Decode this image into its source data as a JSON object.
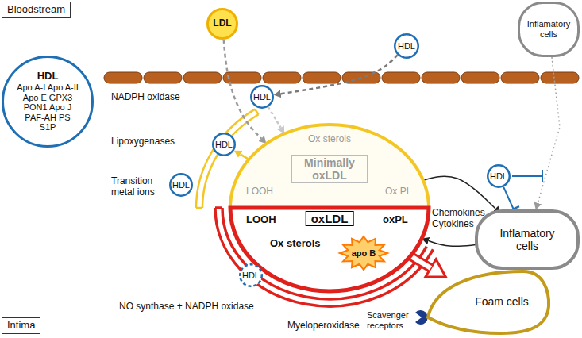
{
  "diagram": {
    "nodes": [
      {
        "text": [
          "Bloodstream"
        ]
      },
      {
        "text": [
          "LDL"
        ]
      },
      {
        "text": [
          "HDL"
        ]
      },
      {
        "text": [
          "Inflamatory cells"
        ]
      },
      {
        "text": [
          "HDL",
          "Apo A-I Apo A-II Apo E GPX3 PON1 Apo J PAF-AH PS S1P"
        ]
      },
      {
        "text": [
          "HDL"
        ]
      },
      {
        "text": [
          "HDL"
        ]
      },
      {
        "text": [
          "HDL"
        ]
      },
      {
        "text": [
          "Ox sterols",
          "LOOH",
          "Minimally oxLDL",
          "Ox PL"
        ]
      },
      {
        "text": [
          "LOOH",
          "oxLDL",
          "oxPL",
          "Ox sterols"
        ]
      },
      {
        "text": [
          "apo B"
        ],
        "in": 9
      },
      {
        "text": [
          "HDL"
        ],
        "in": 9
      },
      {
        "text": [
          "HDL"
        ]
      },
      {
        "text": [
          "Inflamatory cells"
        ]
      },
      {
        "text": [
          "Foam cells"
        ]
      },
      {
        "text": [
          "Intima"
        ]
      }
    ],
    "edges": [
      {
        "from": 1,
        "to": 8,
        "arrow": "to"
      },
      {
        "from": 2,
        "to": 5,
        "arrow": "to"
      },
      {
        "from": 5,
        "to": 8,
        "arrow": "to"
      },
      {
        "from": 8,
        "to": 6,
        "arrow": "to"
      },
      {
        "from": 8,
        "to": 13,
        "arrow": "to"
      },
      {
        "from": 13,
        "to": 9,
        "arrow": "to"
      },
      {
        "from": 3,
        "to": 13,
        "arrow": "to"
      },
      {
        "from": 12,
        "to": 13,
        "arrow": "to"
      },
      {
        "from": 9,
        "to": 14,
        "arrow": "to"
      }
    ],
    "labels": [
      "NADPH oxidase",
      "Lipoxygenases",
      "Transition metal ions",
      "Chemokines Cytokines",
      "NO synthase + NADPH oxidase",
      "Myeloperoxidase",
      "Scavenger receptors"
    ]
  }
}
